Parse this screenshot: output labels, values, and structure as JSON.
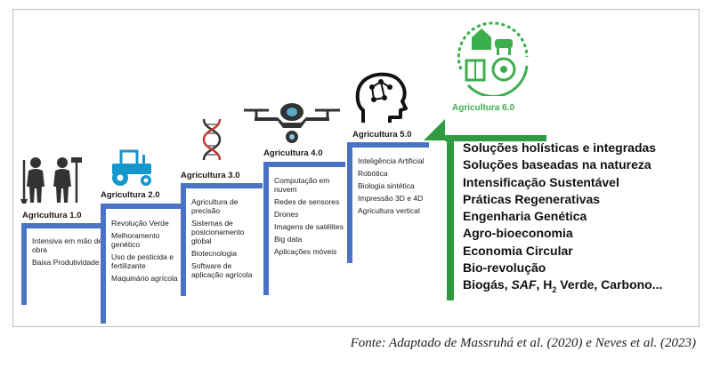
{
  "steps": [
    {
      "title": "Agricultura 1.0",
      "items": [
        "Intensiva em mão de obra",
        "Baixa Produtividade"
      ]
    },
    {
      "title": "Agricultura 2.0",
      "items": [
        "Revolução Verde",
        "Melhoramento genético",
        "Uso de pesticida e fertilizante",
        "Maquinário agrícola"
      ]
    },
    {
      "title": "Agricultura 3.0",
      "items": [
        "Agricultura de precisão",
        "Sistemas de posicionamento global",
        "Biotecnologia",
        "Software de aplicação agrícola"
      ]
    },
    {
      "title": "Agricultura 4.0",
      "items": [
        "Computação em nuvem",
        "Redes de sensores",
        "Drones",
        "Imagens de satélites",
        "Big data",
        "Aplicações móveis"
      ]
    },
    {
      "title": "Agricultura 5.0",
      "items": [
        "Inteligência Artificial",
        "Robótica",
        "Biologia sintética",
        "Impressão 3D e 4D",
        "Agricultura vertical"
      ]
    }
  ],
  "agriculture6": {
    "title": "Agricultura 6.0",
    "items": [
      "Soluções holísticas e integradas",
      "Soluções baseadas na natureza",
      "Intensificação Sustentável",
      "Práticas Regenerativas",
      "Engenharia Genética",
      "Agro-bioeconomia",
      "Economia Circular",
      "Bio-revolução"
    ],
    "last_item": {
      "a": "Biogás, ",
      "b": "SAF",
      "c": ", H",
      "sub": "2",
      "d": " Verde, Carbono..."
    }
  },
  "icons": [
    "farmers-icon",
    "tractor-icon",
    "dna-icon",
    "drone-icon",
    "ai-head-icon",
    "sustainable-farm-icon"
  ],
  "colors": {
    "step_bar": "#4a73c4",
    "agri6_green": "#3cae4d",
    "agri6_bar": "#2f9a3f"
  },
  "caption": "Fonte: Adaptado de Massruhá et al. (2020) e Neves et al. (2023)"
}
